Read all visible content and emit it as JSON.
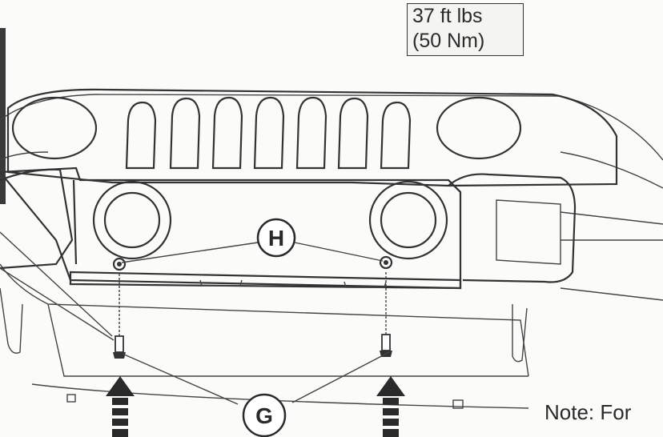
{
  "torque_spec": {
    "line1": "37 ft lbs",
    "line2": "(50 Nm)"
  },
  "callouts": {
    "h": "H",
    "g": "G"
  },
  "note": {
    "text": "Note: For"
  }
}
